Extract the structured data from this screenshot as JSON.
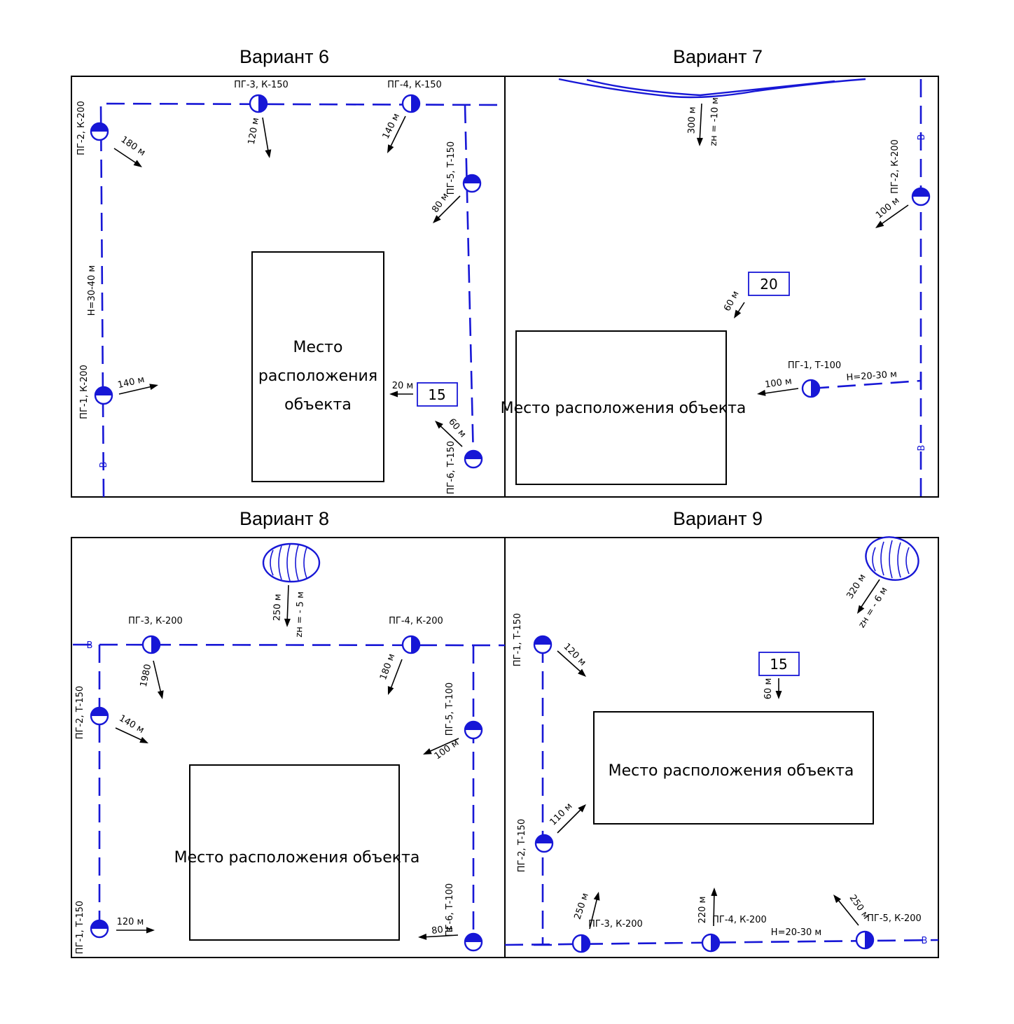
{
  "variants": [
    {
      "title": "Вариант 6",
      "building_label": [
        "Место",
        "расположения",
        "объекта"
      ],
      "tank_value": "15",
      "tank_distance": "20 м",
      "pipe_mark": "В",
      "depth_note": "Н=30-40 м",
      "hydrants": [
        {
          "label": "ПГ-1, К-200",
          "distance": "140 м"
        },
        {
          "label": "ПГ-2, К-200",
          "distance": "180 м"
        },
        {
          "label": "ПГ-3, К-150",
          "distance": "120 м"
        },
        {
          "label": "ПГ-4, К-150",
          "distance": "140 м"
        },
        {
          "label": "ПГ-5, Т-150",
          "distance": "80 м"
        },
        {
          "label": "ПГ-6, Т-150",
          "distance": "60 м"
        }
      ]
    },
    {
      "title": "Вариант 7",
      "building_label": [
        "Место расположения объекта"
      ],
      "tank_value": "20",
      "tank_distance": "60 м",
      "pipe_mark": "В",
      "depth_note": "Н=20-30 м",
      "water_distance": "300 м",
      "water_level": "zн = -10 м",
      "hydrants": [
        {
          "label": "ПГ-1, Т-100",
          "distance": "100 м"
        },
        {
          "label": "ПГ-2, К-200",
          "distance": "100 м"
        }
      ]
    },
    {
      "title": "Вариант 8",
      "building_label": [
        "Место расположения объекта"
      ],
      "pipe_mark": "В",
      "water_distance": "250 м",
      "water_level": "zн = - 5 м",
      "hydrants": [
        {
          "label": "ПГ-1, Т-150",
          "distance": "120 м"
        },
        {
          "label": "ПГ-2, Т-150",
          "distance": "140 м"
        },
        {
          "label": "ПГ-3, К-200",
          "distance": "1980"
        },
        {
          "label": "ПГ-4, К-200",
          "distance": "180 м"
        },
        {
          "label": "ПГ-5, Т-100",
          "distance": "100 м"
        },
        {
          "label": "ПГ-6, Т-100",
          "distance": "80 м"
        }
      ]
    },
    {
      "title": "Вариант 9",
      "building_label": [
        "Место расположения объекта"
      ],
      "tank_value": "15",
      "tank_distance": "60 м",
      "pipe_mark": "В",
      "depth_note": "Н=20-30 м",
      "water_distance": "320 м",
      "water_level": "zн = - 6 м",
      "hydrants": [
        {
          "label": "ПГ-1, Т-150",
          "distance": "120 м"
        },
        {
          "label": "ПГ-2, Т-150",
          "distance": "110 м"
        },
        {
          "label": "ПГ-3, К-200",
          "distance": "250 м"
        },
        {
          "label": "ПГ-4, К-200",
          "distance": "220 м"
        },
        {
          "label": "ПГ-5, К-200",
          "distance": "250 м"
        }
      ]
    }
  ]
}
